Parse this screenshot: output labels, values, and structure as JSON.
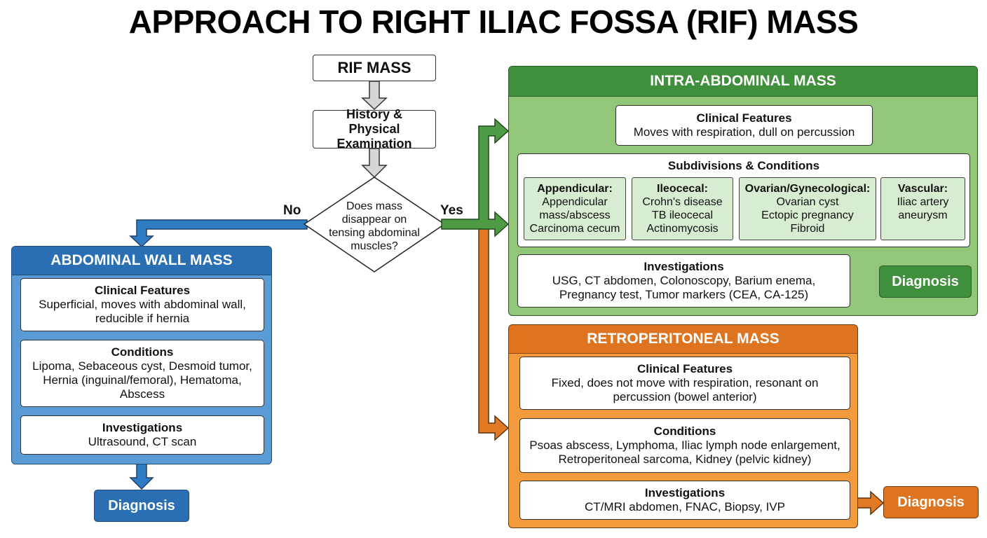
{
  "title": "APPROACH TO RIGHT ILIAC FOSSA (RIF) MASS",
  "colors": {
    "blue_dark": "#2a6fb3",
    "blue_light": "#5b9bd5",
    "green_dark": "#3f8f3c",
    "green_light": "#92c77a",
    "green_subcard": "#d7ecd0",
    "orange_dark": "#de7420",
    "orange_light": "#f39a3d",
    "grey_arrow": "#d6d6d6"
  },
  "flow": {
    "start": "RIF MASS",
    "history": "History & Physical Examination",
    "decision": "Does mass disappear on tensing abdominal muscles?",
    "no_label": "No",
    "yes_label": "Yes"
  },
  "abdominal_wall": {
    "header": "ABDOMINAL WALL MASS",
    "clinical_title": "Clinical Features",
    "clinical_text": "Superficial, moves with abdominal wall, reducible if hernia",
    "conditions_title": "Conditions",
    "conditions_text": "Lipoma, Sebaceous cyst, Desmoid tumor, Hernia (inguinal/femoral), Hematoma, Abscess",
    "investigations_title": "Investigations",
    "investigations_text": "Ultrasound, CT scan",
    "diagnosis": "Diagnosis"
  },
  "intra_abdominal": {
    "header": "INTRA-ABDOMINAL MASS",
    "clinical_title": "Clinical Features",
    "clinical_text": "Moves with respiration, dull on percussion",
    "subdivisions_title": "Subdivisions & Conditions",
    "subdivisions": [
      {
        "name": "Appendicular:",
        "lines": [
          "Appendicular",
          "mass/abscess",
          "Carcinoma cecum"
        ]
      },
      {
        "name": "Ileocecal:",
        "lines": [
          "Crohn's disease",
          "TB ileocecal",
          "Actinomycosis"
        ]
      },
      {
        "name": "Ovarian/Gynecological:",
        "lines": [
          "Ovarian cyst",
          "Ectopic pregnancy",
          "Fibroid"
        ]
      },
      {
        "name": "Vascular:",
        "lines": [
          "Iliac artery",
          "aneurysm"
        ]
      }
    ],
    "investigations_title": "Investigations",
    "investigations_text": "USG, CT abdomen, Colonoscopy, Barium enema, Pregnancy test, Tumor markers (CEA, CA-125)",
    "diagnosis": "Diagnosis"
  },
  "retroperitoneal": {
    "header": "RETROPERITONEAL MASS",
    "clinical_title": "Clinical Features",
    "clinical_text": "Fixed, does not move with respiration, resonant on percussion (bowel anterior)",
    "conditions_title": "Conditions",
    "conditions_text": "Psoas abscess, Lymphoma, Iliac lymph node enlargement, Retroperitoneal sarcoma, Kidney (pelvic kidney)",
    "investigations_title": "Investigations",
    "investigations_text": "CT/MRI abdomen, FNAC, Biopsy, IVP",
    "diagnosis": "Diagnosis"
  }
}
